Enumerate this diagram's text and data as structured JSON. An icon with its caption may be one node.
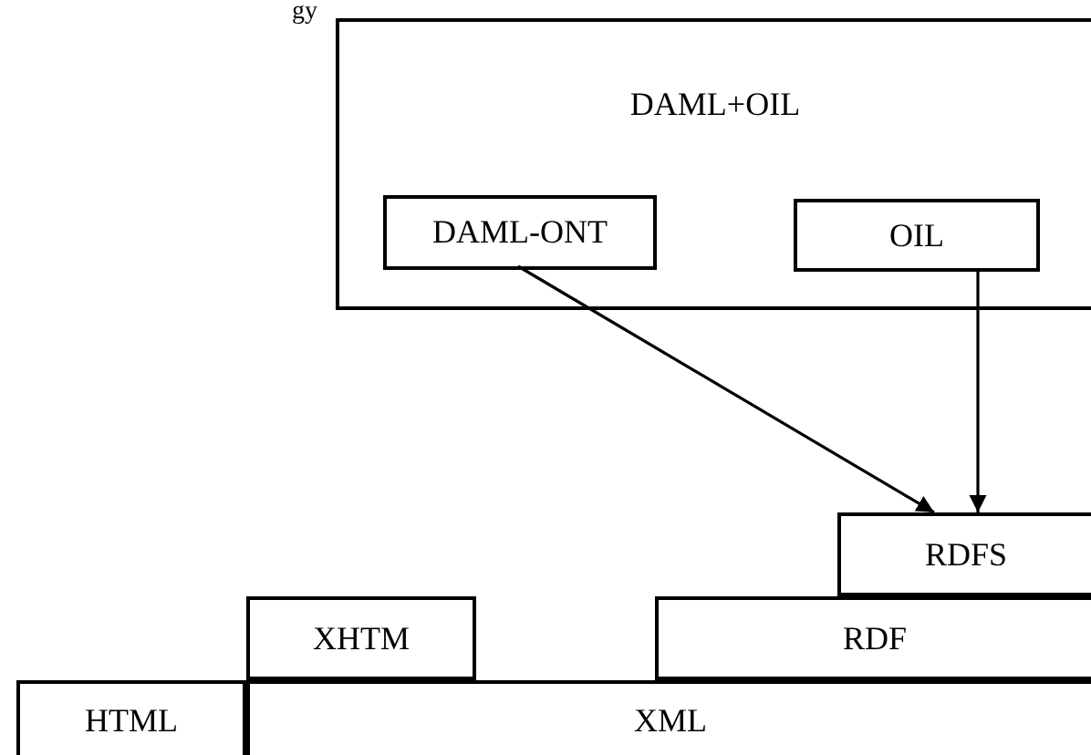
{
  "diagram": {
    "nodes": [
      {
        "text": [
          "DAML+OIL"
        ]
      },
      {
        "text": [
          "DAML-ONT"
        ],
        "in": 0
      },
      {
        "text": [
          "OIL"
        ],
        "in": 0
      },
      {
        "text": [
          "RDFS"
        ]
      },
      {
        "text": [
          "XHTM"
        ]
      },
      {
        "text": [
          "RDF"
        ]
      },
      {
        "text": [
          "HTML"
        ]
      },
      {
        "text": [
          "XML"
        ]
      }
    ],
    "edges": [
      {
        "from": 1,
        "to": 3,
        "arrow": "to"
      },
      {
        "from": 2,
        "to": 3,
        "arrow": "to"
      }
    ],
    "labels": [
      "gy"
    ]
  }
}
